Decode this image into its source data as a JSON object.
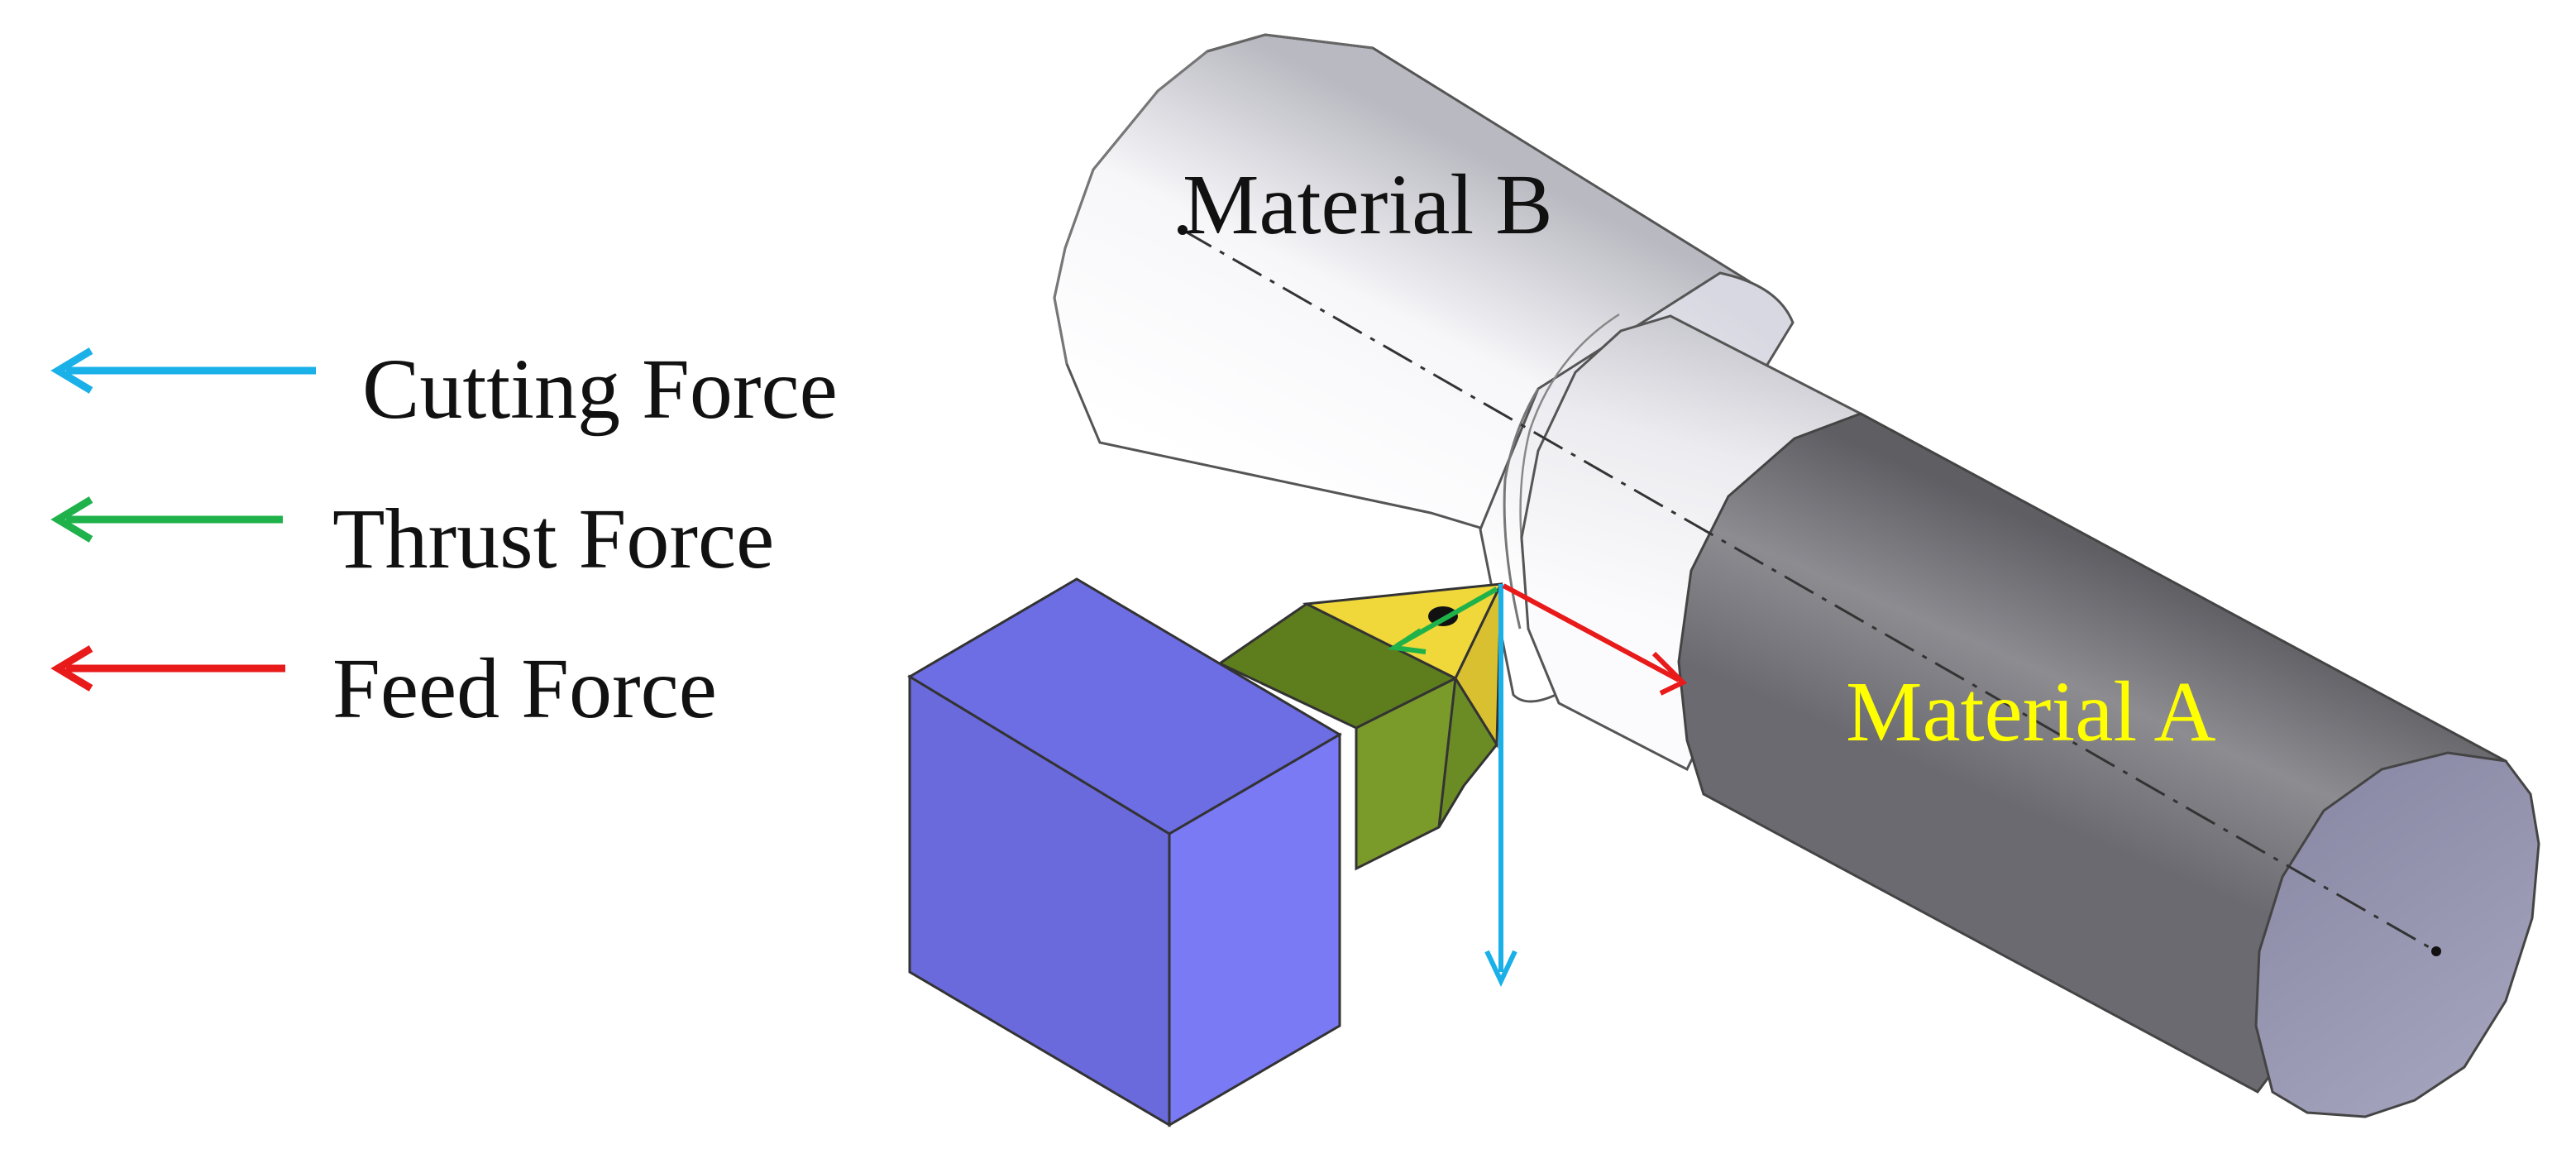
{
  "legend": {
    "items": [
      {
        "label": "Cutting Force",
        "color": "#1ab0e8"
      },
      {
        "label": "Thrust Force",
        "color": "#1fb24a"
      },
      {
        "label": "Feed Force",
        "color": "#e81a1a"
      }
    ]
  },
  "labels": {
    "material_b": "Material B",
    "material_a": "Material A"
  },
  "colors": {
    "material_a_label": "#ffff00",
    "tool_holder": "#7777f0",
    "tool_shank": "#6b8e23",
    "insert": "#f2dc3c",
    "material_a_body": "#8a8a8e",
    "material_b_body": "#ececf0"
  }
}
